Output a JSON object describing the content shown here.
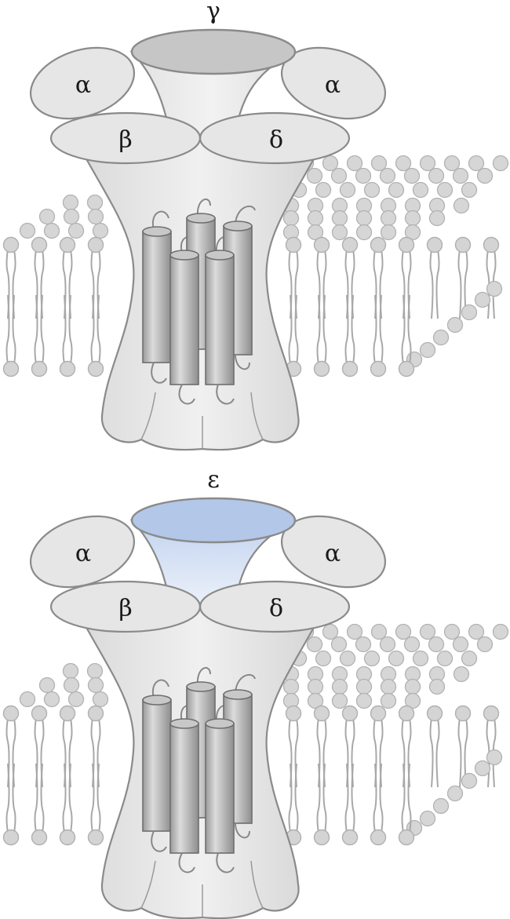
{
  "receptors": [
    {
      "id": "fetal",
      "top_subunit": "γ",
      "top_subunit_color": "#c6c6c6",
      "left_upper": "α",
      "right_upper": "α",
      "left_lower": "β",
      "right_lower": "δ"
    },
    {
      "id": "adult",
      "top_subunit": "ε",
      "top_subunit_color": "#b3c7e8",
      "left_upper": "α",
      "right_upper": "α",
      "left_lower": "β",
      "right_lower": "δ"
    }
  ],
  "colors": {
    "membrane": "#cfcfcf",
    "membrane_stroke": "#a8a8a8",
    "protein": "#e6e6e6",
    "protein_stroke": "#8a8a8a"
  }
}
